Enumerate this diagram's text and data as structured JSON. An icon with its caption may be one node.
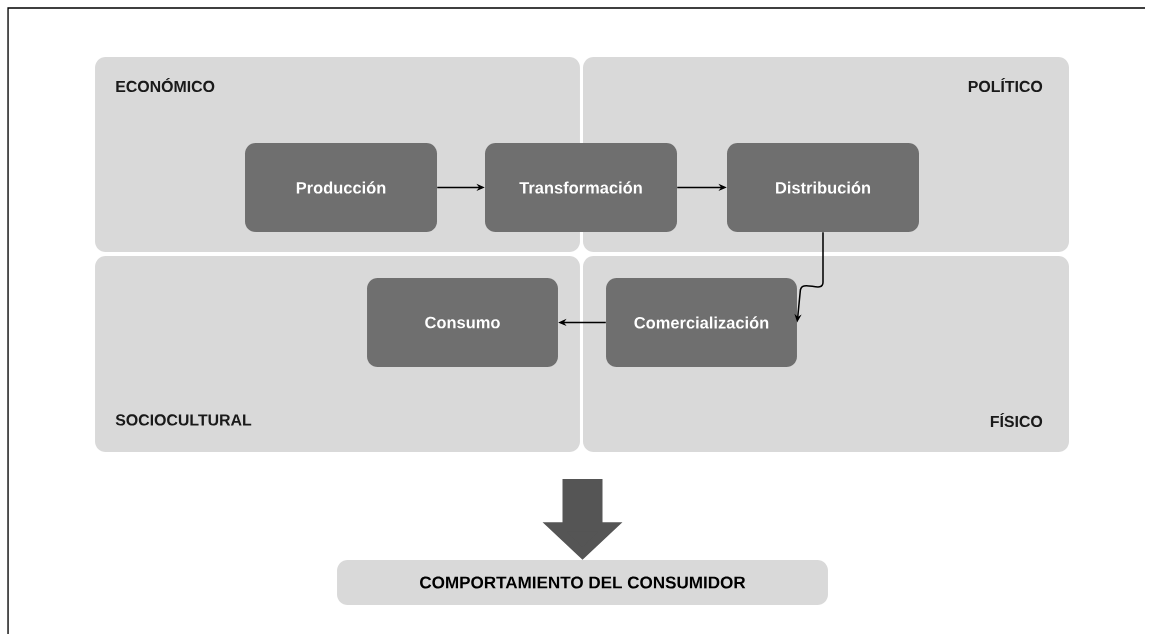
{
  "diagram": {
    "nodes": [
      {
        "text": [
          "ECONÓMICO"
        ]
      },
      {
        "text": [
          "Producción"
        ],
        "in": 0
      },
      {
        "text": [
          "Transformación"
        ]
      },
      {
        "text": [
          "POLÍTICO"
        ]
      },
      {
        "text": [
          "Distribución"
        ],
        "in": 3
      },
      {
        "text": [
          "SOCIOCULTURAL"
        ]
      },
      {
        "text": [
          "Consumo"
        ],
        "in": 5
      },
      {
        "text": [
          "FÍSICO"
        ]
      },
      {
        "text": [
          "Comercialización"
        ],
        "in": 7
      },
      {
        "text": [
          "COMPORTAMIENTO DEL CONSUMIDOR"
        ]
      }
    ],
    "edges": [
      {
        "from": 1,
        "to": 2,
        "arrow": "to"
      },
      {
        "from": 2,
        "to": 4,
        "arrow": "to"
      },
      {
        "from": 4,
        "to": 8,
        "arrow": "to"
      },
      {
        "from": 8,
        "to": 6,
        "arrow": "to"
      },
      {
        "from": null,
        "to": 9,
        "arrow": "to",
        "style": "thick"
      }
    ]
  }
}
